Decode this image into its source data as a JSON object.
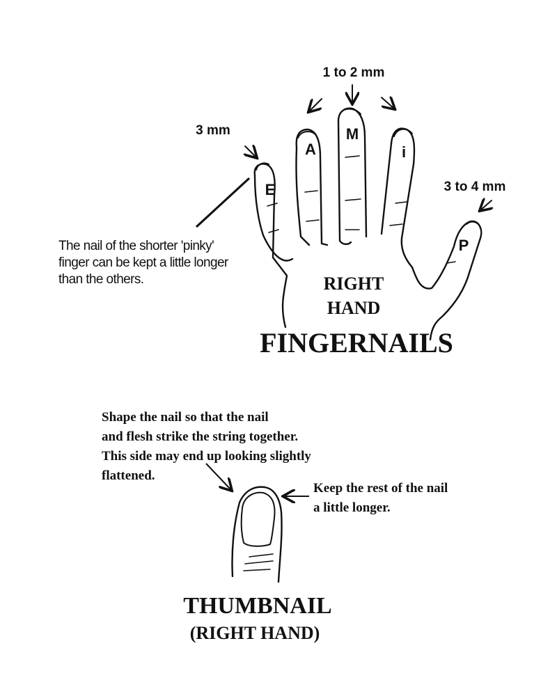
{
  "fingernails": {
    "measure_middle": "1 to 2 mm",
    "measure_pinky": "3 mm",
    "measure_thumb": "3 to 4 mm",
    "finger_labels": {
      "pinky": "E",
      "ring": "A",
      "middle": "M",
      "index": "i",
      "thumb": "P"
    },
    "pinky_note": "The nail of the shorter 'pinky'\nfinger can be kept a little longer\nthan the others.",
    "hand_label_line1": "RIGHT",
    "hand_label_line2": "HAND",
    "title": "FINGERNAILS"
  },
  "thumbnail": {
    "shape_note": "Shape the nail so that the nail\nand  flesh strike the string together.\nThis side may end up looking slightly\nflattened.",
    "rest_note": "Keep the rest of the nail\na little longer.",
    "title": "THUMBNAIL",
    "subtitle": "(RIGHT HAND)"
  }
}
